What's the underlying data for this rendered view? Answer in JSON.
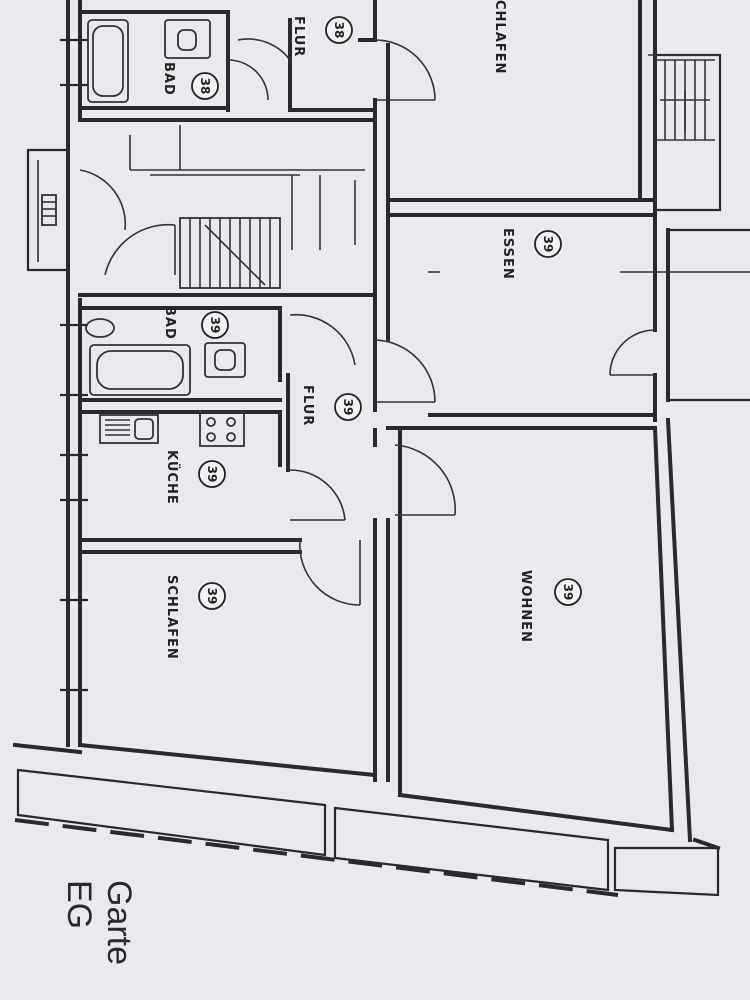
{
  "rooms": [
    {
      "id": "bad-38",
      "name": "BAD",
      "unit": "38"
    },
    {
      "id": "flur-38",
      "name": "FLUR",
      "unit": "38"
    },
    {
      "id": "schlafen-top",
      "name": "CHLAFEN",
      "unit": ""
    },
    {
      "id": "essen",
      "name": "ESSEN",
      "unit": "39"
    },
    {
      "id": "bad-39",
      "name": "BAD",
      "unit": "39"
    },
    {
      "id": "flur-39",
      "name": "FLUR",
      "unit": "39"
    },
    {
      "id": "kueche",
      "name": "KÜCHE",
      "unit": "39"
    },
    {
      "id": "schlafen-39",
      "name": "SCHLAFEN",
      "unit": "39"
    },
    {
      "id": "wohnen",
      "name": "WOHNEN",
      "unit": "39"
    }
  ],
  "footer": {
    "line1": "Garte",
    "line2": "EG"
  }
}
